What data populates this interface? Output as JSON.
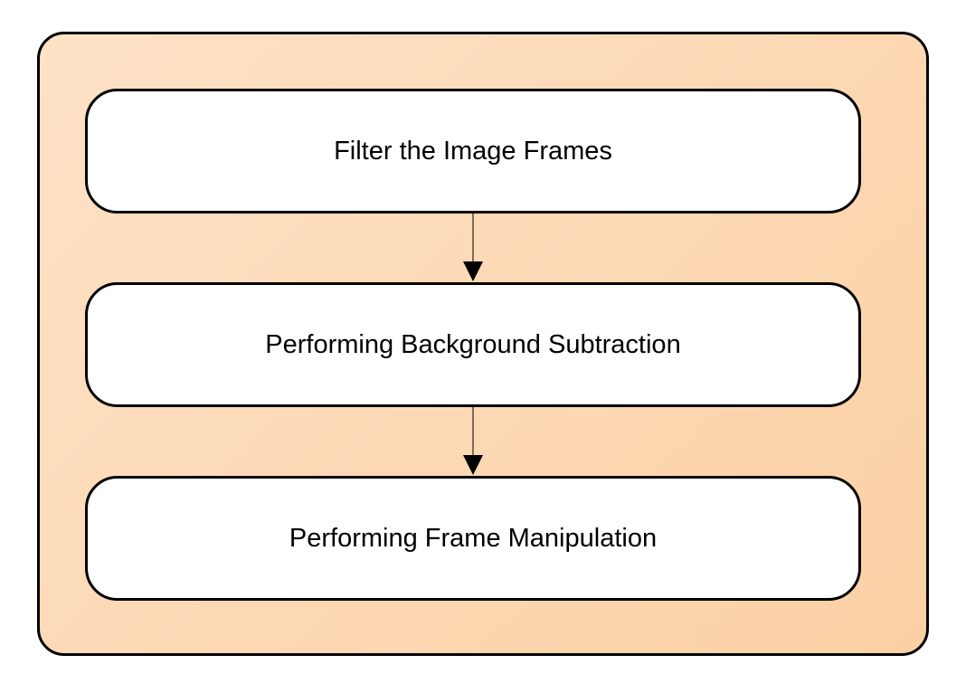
{
  "diagram": {
    "steps": [
      {
        "label": "Filter the Image Frames"
      },
      {
        "label": "Performing Background Subtraction"
      },
      {
        "label": "Performing Frame Manipulation"
      }
    ],
    "colors": {
      "container_fill_light": "#fde2c6",
      "container_fill_dark": "#fbd0a4",
      "box_fill": "#ffffff",
      "stroke": "#000000"
    }
  }
}
